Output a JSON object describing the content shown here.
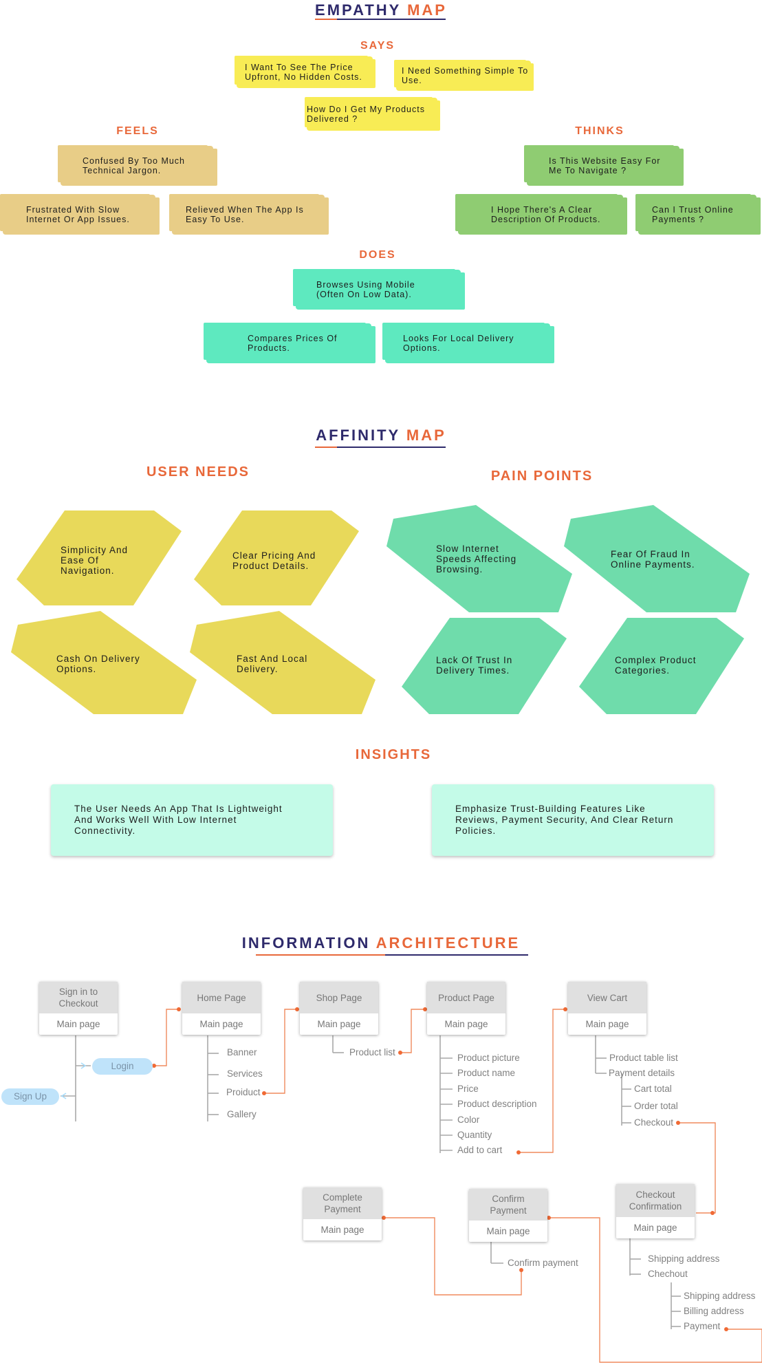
{
  "empathy": {
    "title_a": "EMPATHY",
    "title_b": "MAP",
    "says_label": "SAYS",
    "says": [
      "I Want To See The Price\nUpfront, No Hidden Costs.",
      "I Need Something Simple To\nUse.",
      "How Do I Get My Products\nDelivered ?"
    ],
    "feels_label": "FEELS",
    "feels": [
      "Confused By Too Much\nTechnical Jargon.",
      "Frustrated With Slow\nInternet Or App Issues.",
      "Relieved When The App Is\nEasy To Use."
    ],
    "thinks_label": "THINKS",
    "thinks": [
      "Is This Website Easy For\nMe To Navigate ?",
      "I Hope There's A Clear\nDescription Of Products.",
      "Can I Trust Online\nPayments ?"
    ],
    "does_label": "DOES",
    "does": [
      "Browses Using Mobile\n(Often On Low Data).",
      "Compares Prices Of\nProducts.",
      "Looks For Local Delivery\nOptions."
    ]
  },
  "affinity": {
    "title_a": "AFFINITY",
    "title_b": "MAP",
    "needs_label": "USER NEEDS",
    "needs": [
      "Simplicity And\nEase Of\nNavigation.",
      "Clear Pricing And\nProduct Details.",
      "Cash On Delivery\nOptions.",
      "Fast And Local\nDelivery."
    ],
    "pains_label": "PAIN POINTS",
    "pains": [
      "Slow Internet\nSpeeds Affecting\nBrowsing.",
      "Fear Of Fraud In\nOnline Payments.",
      "Lack Of Trust In\nDelivery Times.",
      "Complex Product\nCategories."
    ],
    "colors": {
      "needs": "#e8d95a",
      "pains": "#6fdcab"
    }
  },
  "insights": {
    "label": "INSIGHTS",
    "items": [
      "The User Needs An App That Is Lightweight\nAnd Works Well With Low Internet\nConnectivity.",
      "Emphasize Trust-Building Features Like\nReviews, Payment Security, And Clear Return\nPolicies."
    ]
  },
  "ia": {
    "title_a": "INFORMATION",
    "title_b": "ARCHITECTURE",
    "main_page": "Main page",
    "nodes": {
      "signin": "Sign in to\nCheckout",
      "home": "Home Page",
      "shop": "Shop Page",
      "product": "Product Page",
      "cart": "View Cart",
      "checkout_conf": "Checkout\nConfirmation",
      "confirm_pay": "Confirm\nPayment",
      "complete_pay": "Complete\nPayment"
    },
    "login": "Login",
    "signup": "Sign Up",
    "home_items": [
      "Banner",
      "Services",
      "Proiduct",
      "Gallery"
    ],
    "shop_items": [
      "Product list"
    ],
    "product_items": [
      "Product picture",
      "Product name",
      "Price",
      "Product description",
      "Color",
      "Quantity",
      "Add to cart"
    ],
    "cart_items": [
      "Product table list",
      "Payment details"
    ],
    "cart_sub": [
      "Cart total",
      "Order total",
      "Checkout"
    ],
    "checkout_items": [
      "Shipping address",
      "Chechout"
    ],
    "checkout_sub": [
      "Shipping address",
      "Billing address",
      "Payment"
    ],
    "confirm_items": [
      "Confirm payment"
    ]
  }
}
